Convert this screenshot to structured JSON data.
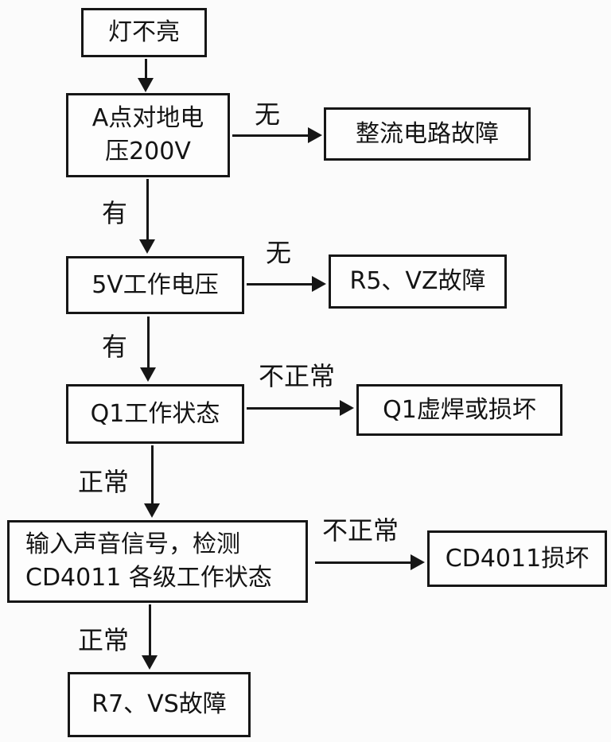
{
  "colors": {
    "background": "#fbfbfb",
    "box_fill": "#fdfdfd",
    "line": "#161616",
    "text": "#141414"
  },
  "nodes": [
    {
      "id": "start",
      "lines": [
        "灯不亮"
      ]
    },
    {
      "id": "a-voltage",
      "lines": [
        "A点对地电",
        "压200V"
      ]
    },
    {
      "id": "rectifier",
      "lines": [
        "整流电路故障"
      ]
    },
    {
      "id": "5v",
      "lines": [
        "5V工作电压"
      ]
    },
    {
      "id": "r5vz",
      "lines": [
        "R5、VZ故障"
      ]
    },
    {
      "id": "q1",
      "lines": [
        "Q1工作状态"
      ]
    },
    {
      "id": "q1-fault",
      "lines": [
        "Q1虚焊或损坏"
      ]
    },
    {
      "id": "cd4011-check",
      "lines": [
        "输入声音信号，检测",
        "CD4011 各级工作状态"
      ]
    },
    {
      "id": "cd4011-fault",
      "lines": [
        "CD4011损坏"
      ]
    },
    {
      "id": "r7vs",
      "lines": [
        "R7、VS故障"
      ]
    }
  ],
  "edge_labels": [
    {
      "text": "无"
    },
    {
      "text": "有"
    },
    {
      "text": "无"
    },
    {
      "text": "有"
    },
    {
      "text": "不正常"
    },
    {
      "text": "正常"
    },
    {
      "text": "不正常"
    },
    {
      "text": "正常"
    }
  ]
}
